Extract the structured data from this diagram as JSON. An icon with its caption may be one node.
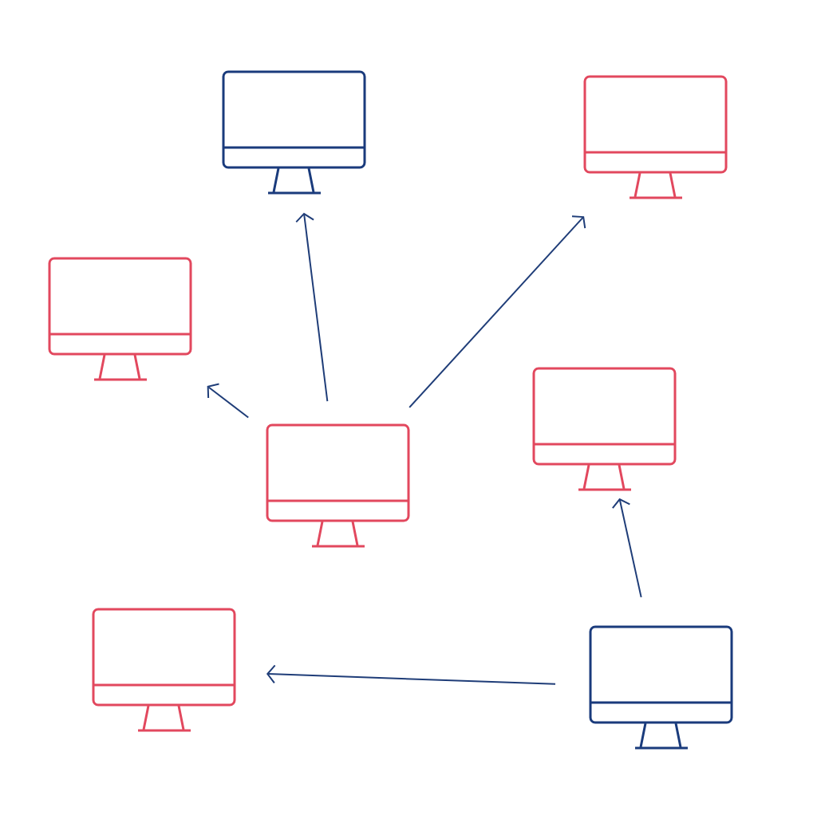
{
  "diagram": {
    "nodes": [
      {
        "text": [],
        "shape": "monitor"
      },
      {
        "text": [],
        "shape": "monitor"
      },
      {
        "text": [],
        "shape": "monitor"
      },
      {
        "text": [],
        "shape": "monitor"
      },
      {
        "text": [],
        "shape": "monitor"
      },
      {
        "text": [],
        "shape": "monitor"
      },
      {
        "text": [],
        "shape": "monitor"
      }
    ],
    "edges": [
      {
        "from": 4,
        "to": 0,
        "arrow": "to"
      },
      {
        "from": 4,
        "to": 1,
        "arrow": "to"
      },
      {
        "from": 4,
        "to": 2,
        "arrow": "to"
      },
      {
        "from": 6,
        "to": 3,
        "arrow": "to"
      },
      {
        "from": 6,
        "to": 5,
        "arrow": "to"
      }
    ]
  }
}
